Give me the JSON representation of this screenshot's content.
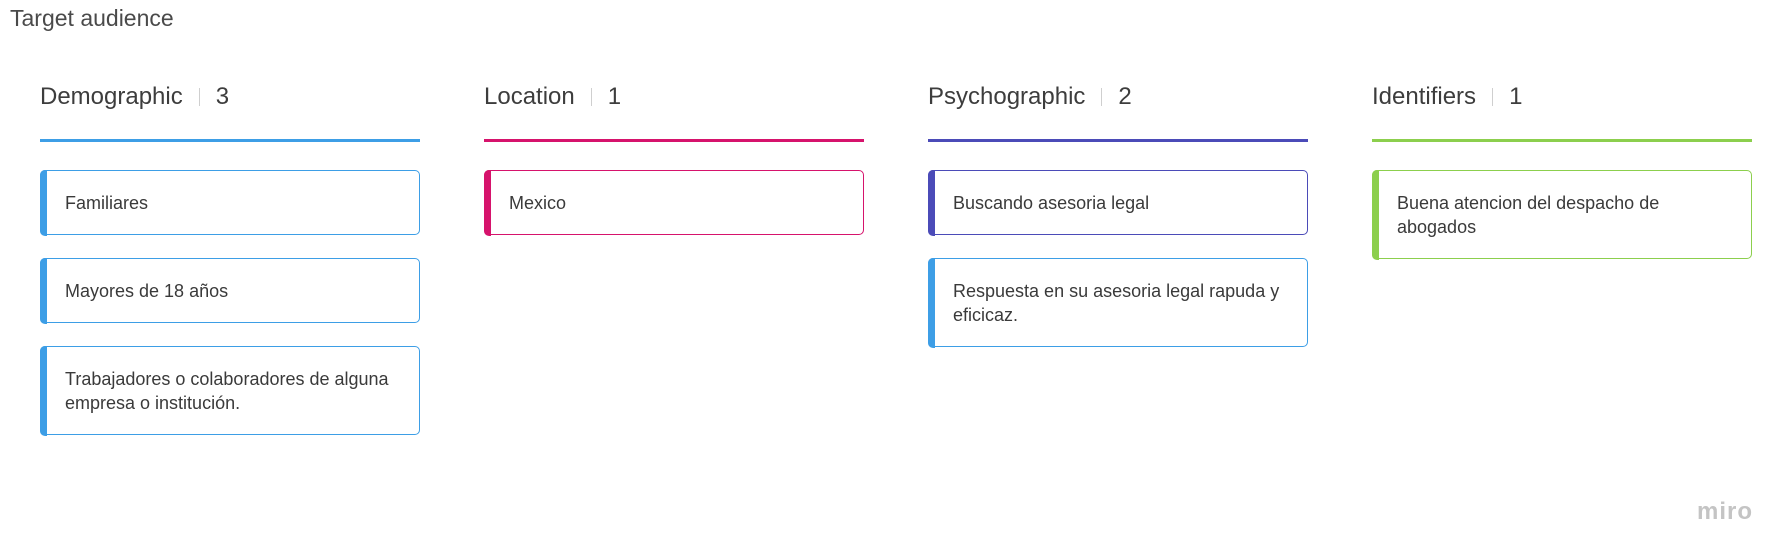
{
  "board": {
    "title": "Target audience"
  },
  "columns": [
    {
      "name": "Demographic",
      "count": "3",
      "color": "#3d9ee6",
      "cards": [
        {
          "text": "Familiares",
          "color": "#3d9ee6"
        },
        {
          "text": "Mayores de 18 años",
          "color": "#3d9ee6"
        },
        {
          "text": "Trabajadores o colaboradores de alguna empresa o institución.",
          "color": "#3d9ee6"
        }
      ]
    },
    {
      "name": "Location",
      "count": "1",
      "color": "#d6136c",
      "cards": [
        {
          "text": "Mexico",
          "color": "#d6136c"
        }
      ]
    },
    {
      "name": "Psychographic",
      "count": "2",
      "color": "#4b4bb8",
      "cards": [
        {
          "text": "Buscando asesoria legal",
          "color": "#4b4bb8"
        },
        {
          "text": "Respuesta en su asesoria legal rapuda y eficicaz.",
          "color": "#3d9ee6"
        }
      ]
    },
    {
      "name": "Identifiers",
      "count": "1",
      "color": "#8ccf4d",
      "cards": [
        {
          "text": "Buena atencion del despacho de abogados",
          "color": "#8ccf4d"
        }
      ]
    }
  ],
  "footer": {
    "logo_text": "miro"
  }
}
